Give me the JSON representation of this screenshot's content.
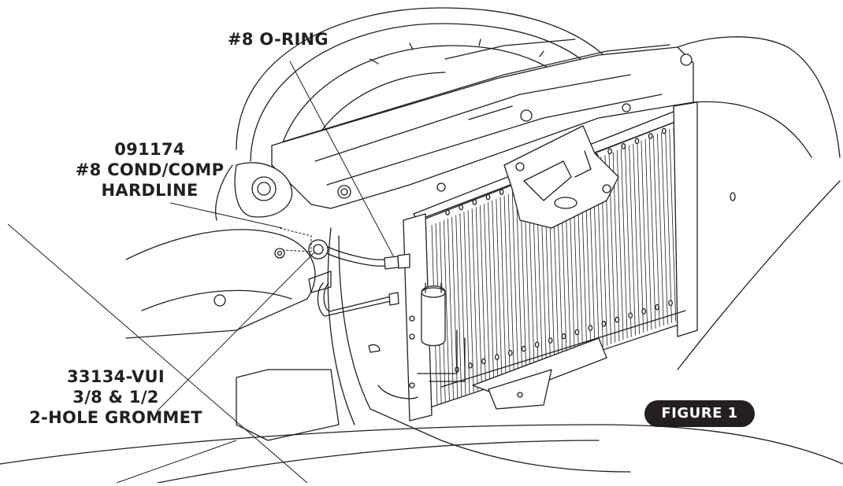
{
  "callouts": {
    "oring": {
      "line1": "#8 O-RING"
    },
    "hardline": {
      "line1": "091174",
      "line2": "#8 COND/COMP",
      "line3": "HARDLINE"
    },
    "grommet": {
      "line1": "33134-VUI",
      "line2": "3/8 & 1/2",
      "line3": "2-HOLE GROMMET"
    }
  },
  "figure_label": "FIGURE 1",
  "colors": {
    "ink": "#231f20",
    "paper": "#ffffff"
  }
}
